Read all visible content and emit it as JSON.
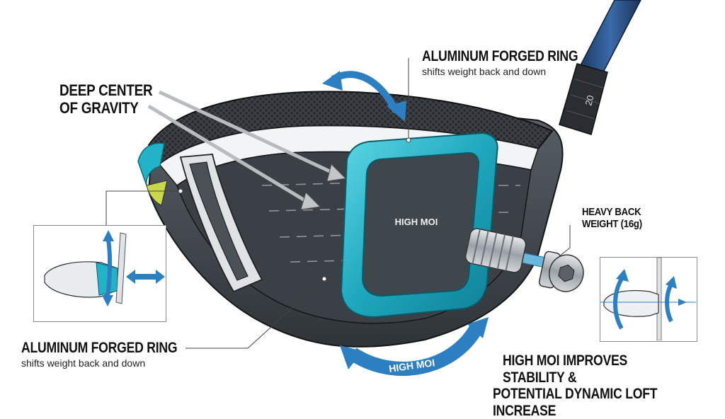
{
  "callouts": {
    "deep_cg_line1": "DEEP CENTER",
    "deep_cg_line2": "OF GRAVITY",
    "ring_top_title": "ALUMINUM FORGED RING",
    "ring_top_sub": "shifts weight back and down",
    "ring_bottom_title": "ALUMINUM FORGED RING",
    "ring_bottom_sub": "shifts weight back and down",
    "high_moi_center": "HIGH MOI",
    "weight_line1": "HEAVY BACK",
    "weight_line2": "WEIGHT (16g)",
    "high_moi_arrow": "HIGH MOI",
    "stability_line1": "HIGH MOI IMPROVES STABILITY &",
    "stability_line2": "POTENTIAL DYNAMIC LOFT INCREASE"
  },
  "hosel_marking": "20",
  "colors": {
    "accent_teal": "#22b3c9",
    "arrow_blue": "#2c7fc0",
    "carbon": "#2a2d31",
    "crown_white": "#f2f4f6",
    "sole_dark": "#3c4248",
    "shaft_blue": "#2b4f86"
  }
}
